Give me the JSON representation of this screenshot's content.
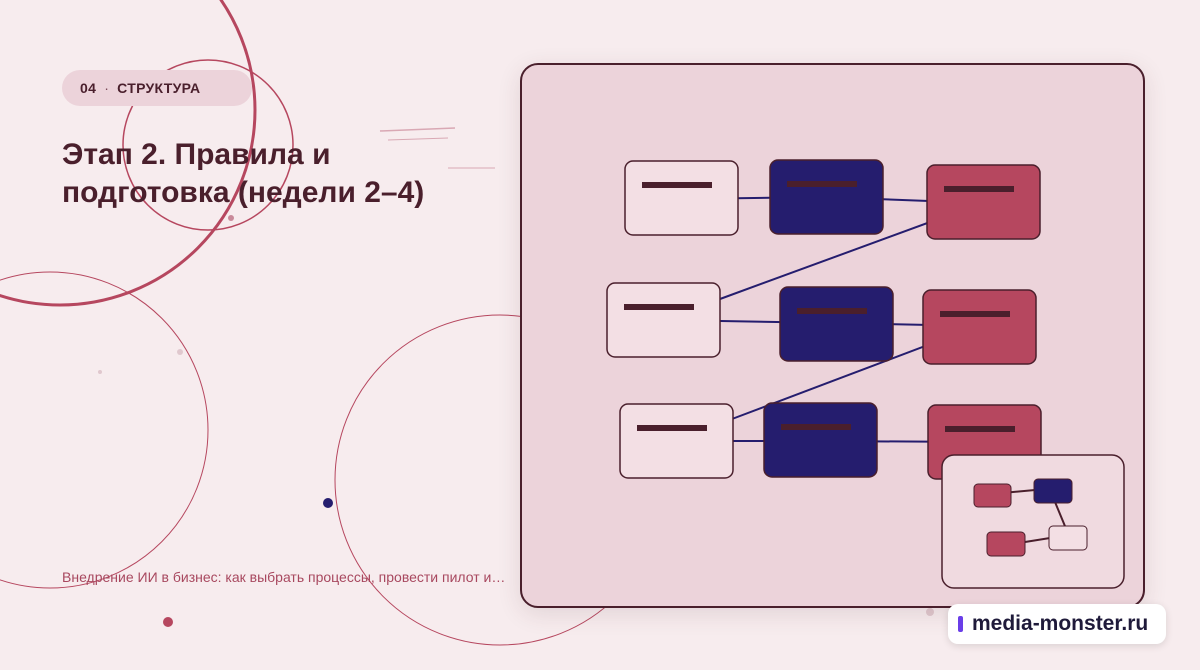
{
  "header": {
    "section_number": "04",
    "separator": "·",
    "section_label": "СТРУКТУРА"
  },
  "title": "Этап 2. Правила и подготовка (недели 2–4)",
  "subtitle": "Внедрение ИИ в бизнес: как выбрать процессы, провести пилот и…",
  "watermark": "media-monster.ru",
  "colors": {
    "background": "#f7ecee",
    "panel": "#ecd3da",
    "navy": "#251d6e",
    "rose": "#b6475f",
    "dark": "#4a1f2c",
    "light_box": "#f3dfe4"
  }
}
